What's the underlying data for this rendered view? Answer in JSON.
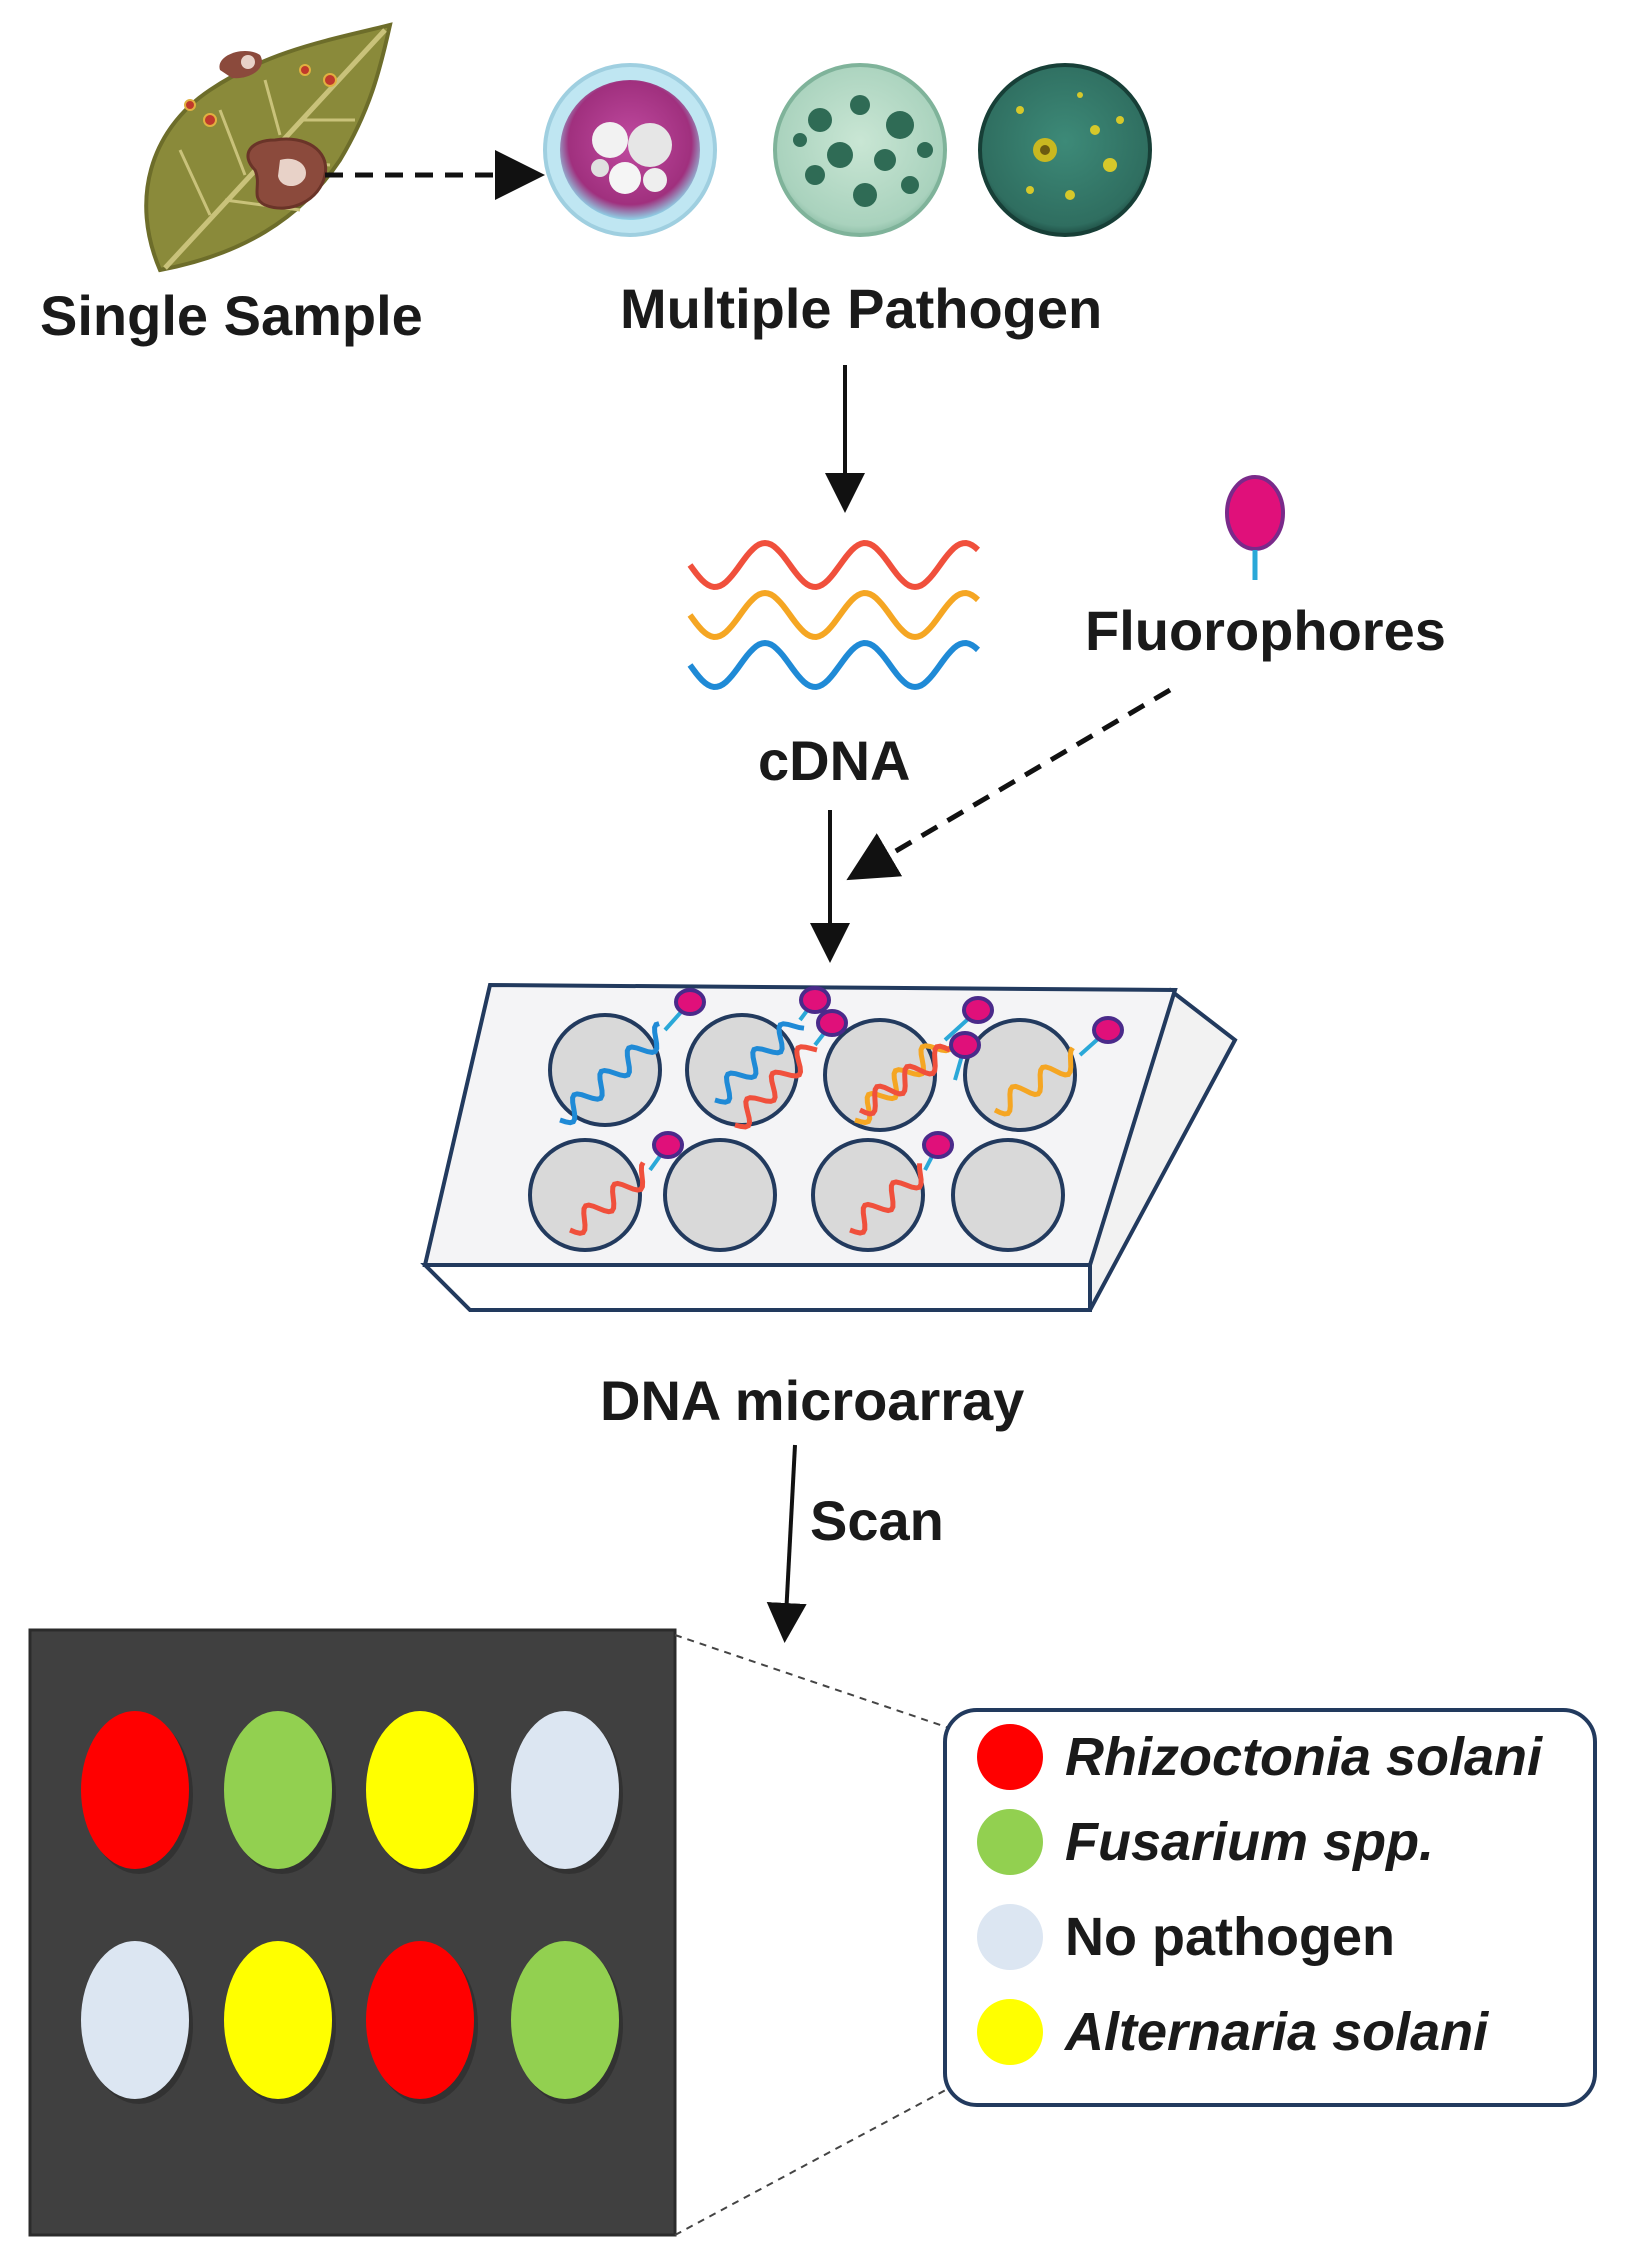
{
  "labels": {
    "single_sample": "Single Sample",
    "multiple_pathogen": "Multiple Pathogen",
    "fluorophores": "Fluorophores",
    "cdna": "cDNA",
    "dna_microarray": "DNA microarray",
    "scan": "Scan"
  },
  "legend": [
    {
      "label": "Rhizoctonia solani",
      "color": "#ff0000",
      "italic": true
    },
    {
      "label": "Fusarium spp.",
      "color": "#92d050",
      "italic": true
    },
    {
      "label": "No pathogen",
      "color": "#dce6f2",
      "italic": false
    },
    {
      "label": "Alternaria solani",
      "color": "#ffff00",
      "italic": true
    }
  ],
  "scan_grid": {
    "rows": [
      [
        "#ff0000",
        "#92d050",
        "#ffff00",
        "#dce6f2"
      ],
      [
        "#dce6f2",
        "#ffff00",
        "#ff0000",
        "#92d050"
      ]
    ],
    "background": "#404040"
  },
  "colors": {
    "strand_red": "#f0503c",
    "strand_orange": "#f5a623",
    "strand_blue": "#1f8ad6",
    "fluorophore": "#e0107a",
    "leaf": "#8a8a3a",
    "lesion": "#8b4a3c"
  },
  "icons": [
    "leaf-icon",
    "petri-dish-icon",
    "dna-strand-icon",
    "fluorophore-icon"
  ]
}
